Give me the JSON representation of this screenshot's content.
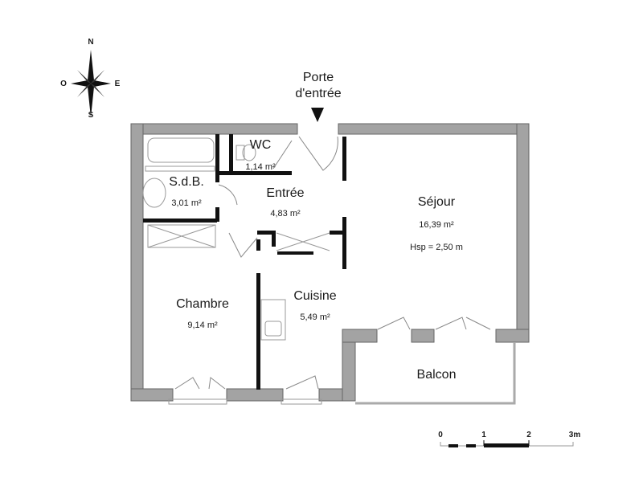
{
  "compass": {
    "north": "N",
    "south": "S",
    "east": "E",
    "west": "O"
  },
  "entrance": {
    "label_line1": "Porte",
    "label_line2": "d'entrée"
  },
  "rooms": [
    {
      "id": "wc",
      "name": "WC",
      "area": "1,14 m²"
    },
    {
      "id": "sdb",
      "name": "S.d.B.",
      "area": "3,01 m²"
    },
    {
      "id": "entree",
      "name": "Entrée",
      "area": "4,83 m²"
    },
    {
      "id": "sejour",
      "name": "Séjour",
      "area": "16,39 m²",
      "note": "Hsp = 2,50 m"
    },
    {
      "id": "chambre",
      "name": "Chambre",
      "area": "9,14 m²"
    },
    {
      "id": "cuisine",
      "name": "Cuisine",
      "area": "5,49 m²"
    },
    {
      "id": "balcon",
      "name": "Balcon",
      "area": ""
    }
  ],
  "scale_bar": {
    "ticks": [
      "0",
      "1",
      "2",
      "3m"
    ]
  },
  "colors": {
    "wall": "#a3a3a3",
    "wall_outline": "#555555",
    "partition": "#111111",
    "fixture": "#999999"
  }
}
